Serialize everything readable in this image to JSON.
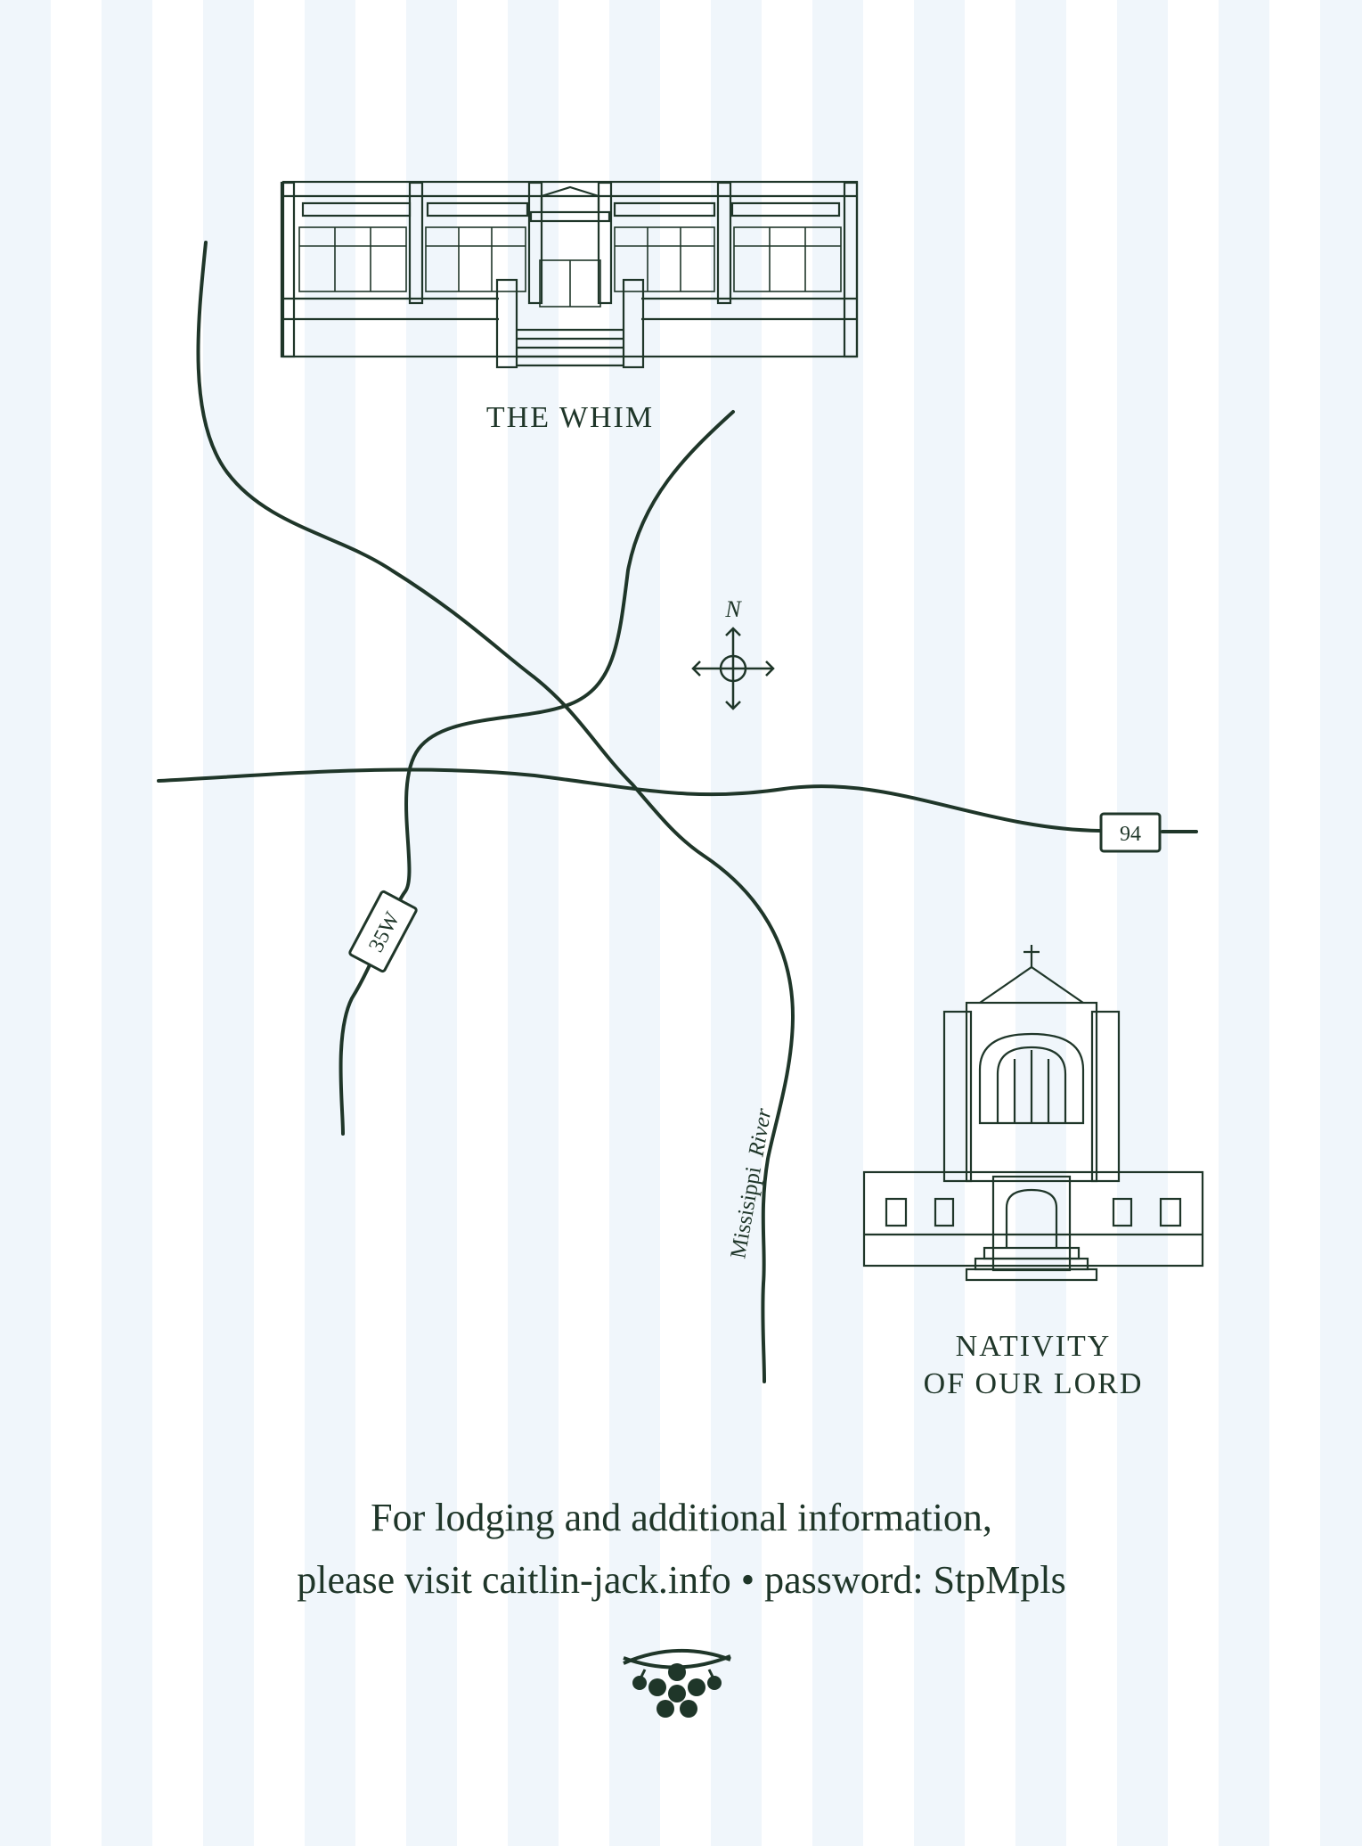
{
  "colors": {
    "ink": "#1f3629",
    "stripe": "#f0f6fb",
    "paper": "#ffffff"
  },
  "compass": {
    "north_label": "N"
  },
  "highways": [
    {
      "id": "i94",
      "label": "94"
    },
    {
      "id": "i35w",
      "label": "35W"
    }
  ],
  "river": {
    "label_plain": "Missisippi",
    "label_italic": "River"
  },
  "places": {
    "whim": {
      "name": "THE WHIM"
    },
    "nativity": {
      "name_line1": "NATIVITY",
      "name_line2": "OF OUR LORD"
    }
  },
  "footer": {
    "line1": "For lodging and additional information,",
    "line2": "please visit caitlin-jack.info • password: StpMpls"
  },
  "icons": [
    "compass-icon",
    "floral-ornament-icon"
  ]
}
